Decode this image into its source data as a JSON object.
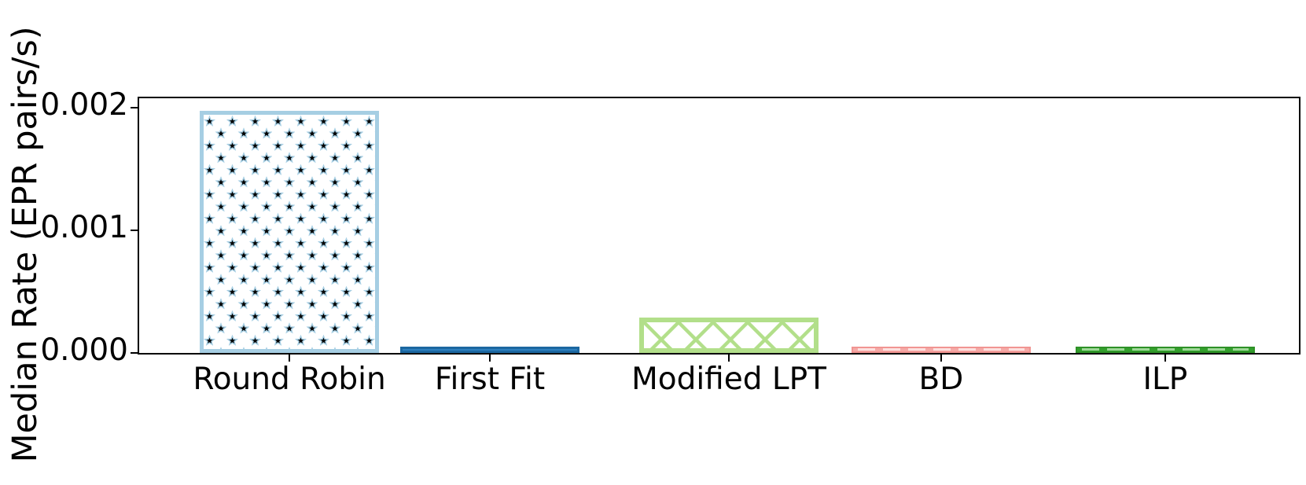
{
  "figure": {
    "background": "#ffffff",
    "axis_color": "#000000"
  },
  "chart_data": {
    "type": "bar",
    "title": "",
    "xlabel": "",
    "ylabel": "Median Rate (EPR pairs/s)",
    "categories": [
      "Round Robin",
      "First Fit",
      "Modified LPT",
      "BD",
      "ILP"
    ],
    "values": [
      0.00198,
      5e-05,
      0.00029,
      5e-05,
      5e-05
    ],
    "ylim": [
      0,
      0.00208
    ],
    "yticks": [
      0,
      0.001,
      0.002
    ],
    "ytick_labels": [
      "0.000",
      "0.001",
      "0.002"
    ],
    "grid": false,
    "legend": false,
    "bar_styles": [
      {
        "face": "#ffffff",
        "edge": "#a6cee3",
        "edge_width": 5,
        "hatch": "*",
        "hatch_color": "#000000"
      },
      {
        "face": "#2e80bf",
        "edge": "#1c67a0",
        "edge_width": 3,
        "hatch": null,
        "hatch_color": null
      },
      {
        "face": "#ffffff",
        "edge": "#b2df8a",
        "edge_width": 6,
        "hatch": "x",
        "hatch_color": "#b2df8a"
      },
      {
        "face": "#f5aaa7",
        "edge": "#f19592",
        "edge_width": 2,
        "hatch": "-",
        "hatch_color": "#fce2e0"
      },
      {
        "face": "#33a02c",
        "edge": "#2e9127",
        "edge_width": 2,
        "hatch": "-",
        "hatch_color": "#9ed897"
      }
    ],
    "layout": {
      "x_centers_frac": [
        0.1295,
        0.3024,
        0.5085,
        0.6915,
        0.8847
      ],
      "bar_width_frac": 0.1546
    }
  }
}
